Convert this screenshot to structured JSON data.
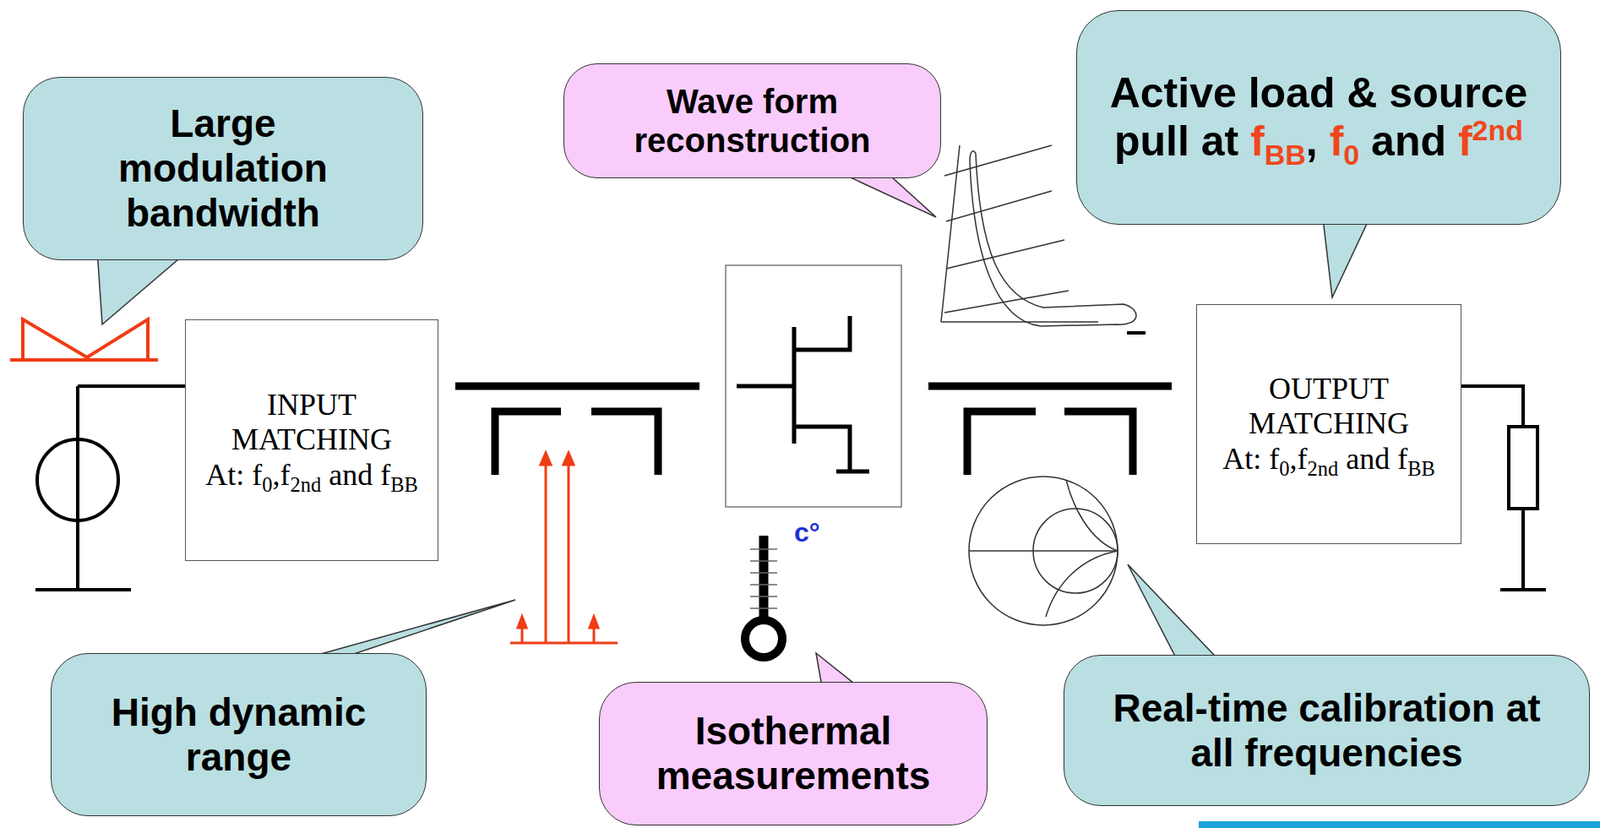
{
  "diagram": {
    "nodes": [
      {
        "text": [
          "Large modulation bandwidth"
        ]
      },
      {
        "text": [
          "Wave form reconstruction"
        ]
      },
      {
        "text": [
          "Active load & source pull at fBB, f0 and f2nd"
        ]
      },
      {
        "text": [
          "INPUT MATCHING",
          "At: f0,f2nd and fBB"
        ]
      },
      {
        "text": [
          "OUTPUT MATCHING",
          "At: f0,f2nd and fBB"
        ]
      },
      {
        "text": [
          "High dynamic range"
        ]
      },
      {
        "text": [
          "Isothermal measurements"
        ]
      },
      {
        "text": [
          "Real-time calibration at all frequencies"
        ]
      }
    ],
    "labels": [
      "c°"
    ]
  }
}
